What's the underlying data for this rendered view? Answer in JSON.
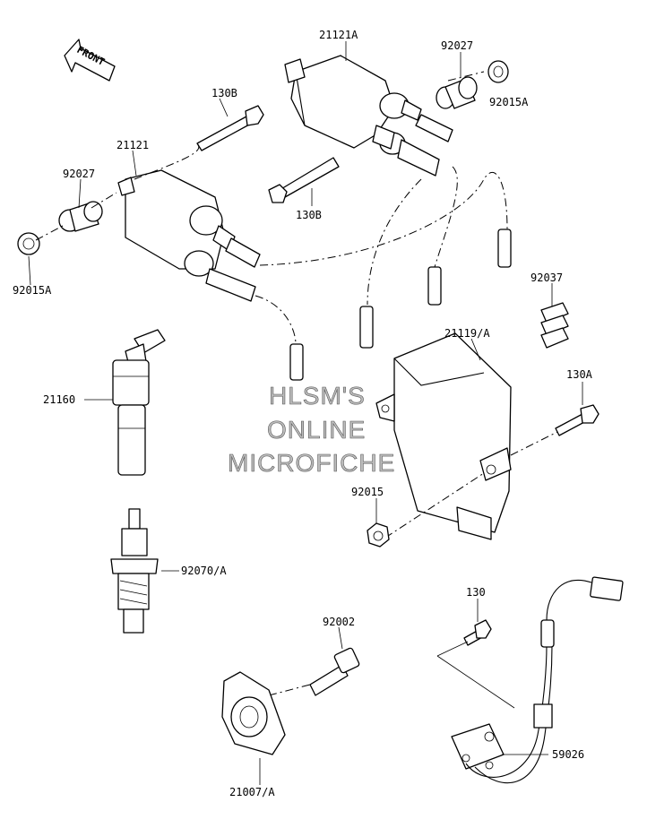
{
  "front_label": "FRONT",
  "watermark": [
    "HLSM'S",
    "ONLINE",
    "MICROFICHE"
  ],
  "parts": {
    "p21121A": "21121A",
    "p92027_top": "92027",
    "p92015A_top": "92015A",
    "p130B_top": "130B",
    "p21121": "21121",
    "p92027_left": "92027",
    "p92015A_left": "92015A",
    "p130B_mid": "130B",
    "p92037": "92037",
    "p21119A": "21119/A",
    "p130A": "130A",
    "p21160": "21160",
    "p92015": "92015",
    "p92070A": "92070/A",
    "p130": "130",
    "p92002": "92002",
    "p59026": "59026",
    "p21007A": "21007/A"
  }
}
